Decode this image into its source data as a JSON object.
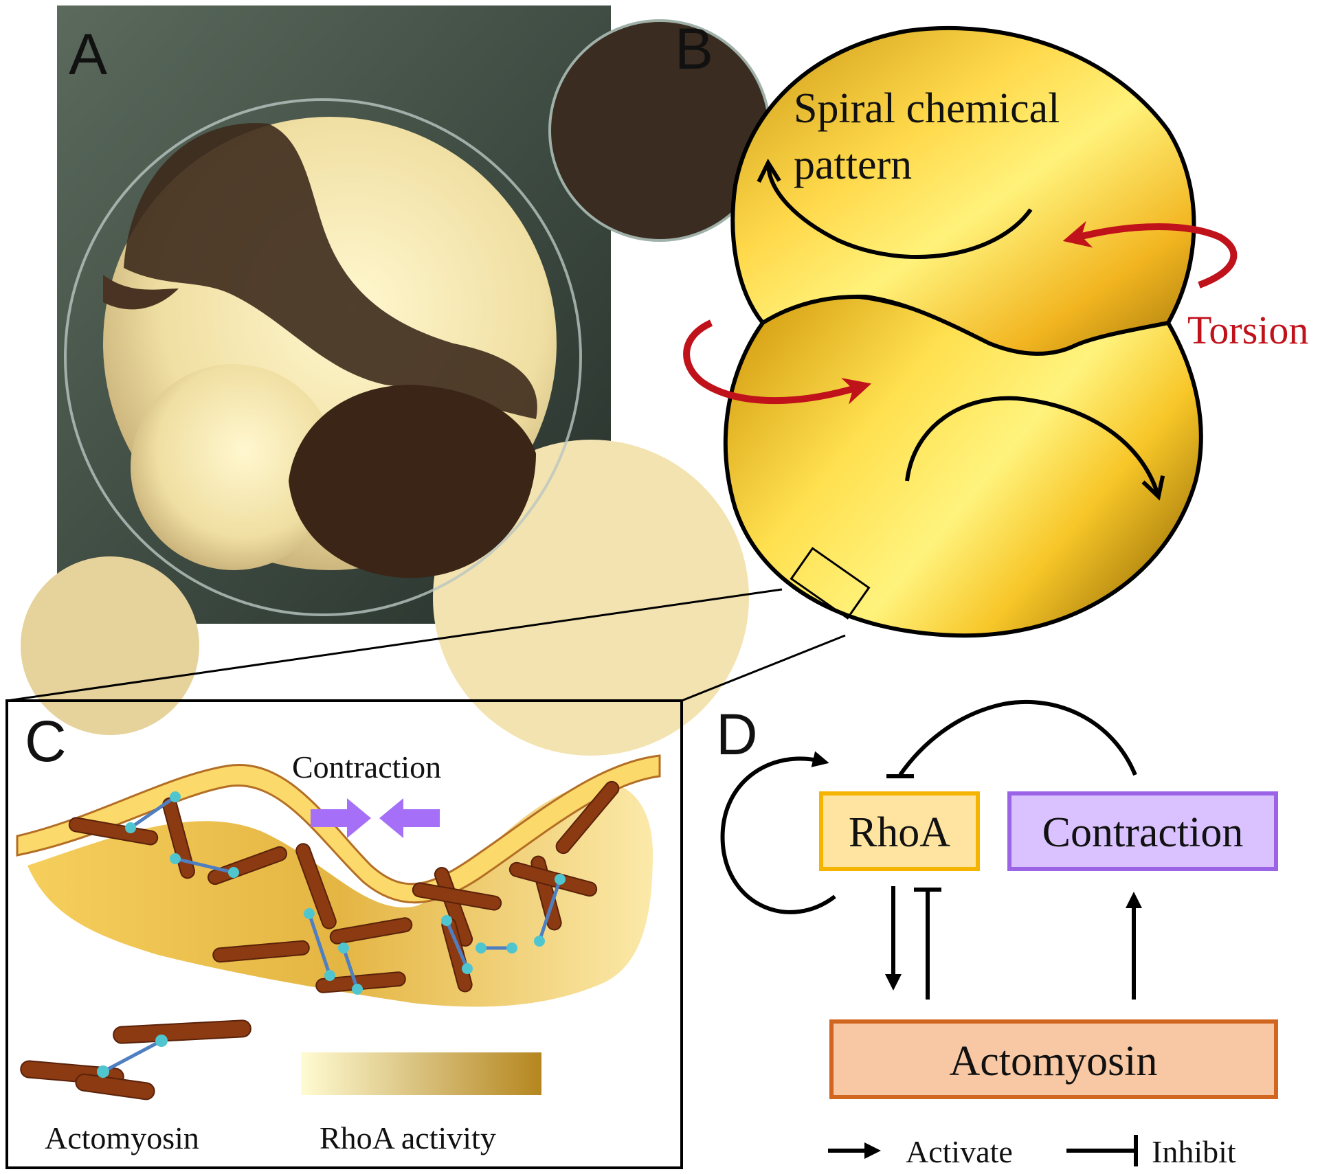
{
  "panels": {
    "a": {
      "letter": "A"
    },
    "b": {
      "letter": "B",
      "pattern_label_line1": "Spiral chemical",
      "pattern_label_line2": "pattern",
      "torsion_label": "Torsion"
    },
    "c": {
      "letter": "C",
      "contraction_label": "Contraction",
      "legend_actomyosin": "Actomyosin",
      "legend_rhoa": "RhoA activity"
    },
    "d": {
      "letter": "D",
      "node_rhoa": "RhoA",
      "node_contraction": "Contraction",
      "node_actomyosin": "Actomyosin",
      "key_activate": "Activate",
      "key_inhibit": "Inhibit"
    }
  },
  "colors": {
    "torsion_red": "#c0121b",
    "contraction_arrow": "#a56ff7",
    "rhoa_box_fill": "#ffe3a0",
    "rhoa_box_stroke": "#f5b400",
    "contraction_box_fill": "#d9c2ff",
    "contraction_box_stroke": "#9b64e6",
    "actomyosin_box_fill": "#f8c7a3",
    "actomyosin_box_stroke": "#d0661f",
    "filament": "#8b3a12",
    "myosin": "#4fc6cf"
  }
}
